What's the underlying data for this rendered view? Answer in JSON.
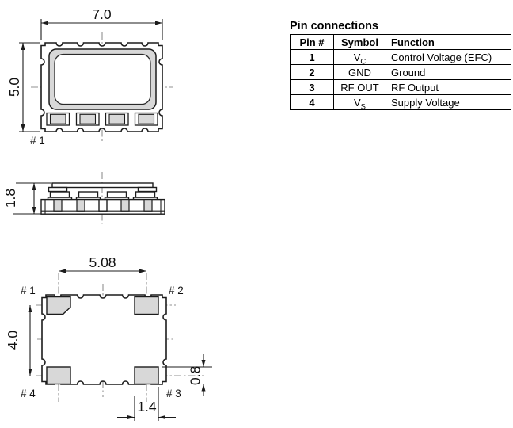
{
  "pin_table": {
    "title": "Pin connections",
    "headers": [
      "Pin #",
      "Symbol",
      "Function"
    ],
    "rows": [
      {
        "pin": "1",
        "symbol_base": "V",
        "symbol_sub": "C",
        "function": "Control Voltage (EFC)"
      },
      {
        "pin": "2",
        "symbol_base": "GND",
        "symbol_sub": "",
        "function": "Ground"
      },
      {
        "pin": "3",
        "symbol_base": "RF OUT",
        "symbol_sub": "",
        "function": "RF Output"
      },
      {
        "pin": "4",
        "symbol_base": "V",
        "symbol_sub": "S",
        "function": "Supply Voltage"
      }
    ]
  },
  "views": {
    "top": {
      "width_dim": "7.0",
      "height_dim": "5.0",
      "pin1_label": "# 1"
    },
    "side": {
      "height_dim": "1.8"
    },
    "bottom": {
      "pad_pitch_dim": "5.08",
      "row_pitch_dim": "4.0",
      "pad_height_dim": "0.8",
      "pad_width_dim": "1.4",
      "pin1_label": "# 1",
      "pin2_label": "# 2",
      "pin3_label": "# 3",
      "pin4_label": "# 4"
    }
  },
  "colors": {
    "line": "#1c1c1c",
    "pad_fill": "#d8d8d8",
    "centerline": "#909090",
    "table_border": "#000000"
  }
}
